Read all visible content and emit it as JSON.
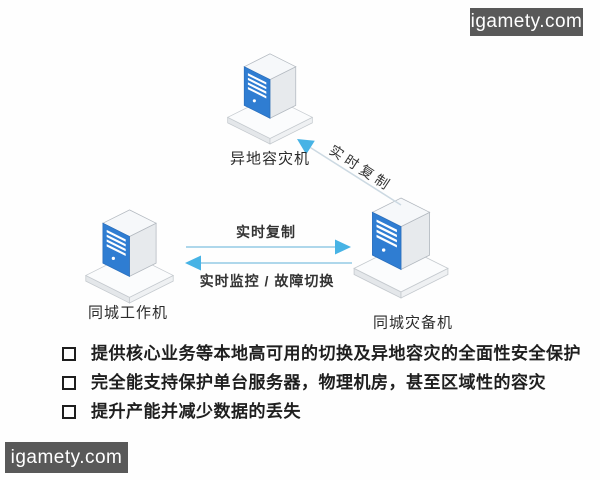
{
  "watermarks": {
    "top": "igamety.com",
    "bottom": "igamety.com"
  },
  "diagram": {
    "servers": [
      {
        "name": "remote-dr",
        "label": "异地容灾机"
      },
      {
        "name": "local-primary",
        "label": "同城工作机"
      },
      {
        "name": "local-standby",
        "label": "同城灾备机"
      }
    ],
    "links": [
      {
        "name": "replication-horizontal",
        "label": "实时复制",
        "from": "同城工作机",
        "to": "同城灾备机",
        "direction": "right"
      },
      {
        "name": "monitor-failover",
        "label": "实时监控 / 故障切换",
        "from": "同城灾备机",
        "to": "同城工作机",
        "direction": "left"
      },
      {
        "name": "replication-diagonal",
        "label": "实时复制",
        "from": "同城灾备机",
        "to": "异地容灾机",
        "direction": "up-left"
      }
    ]
  },
  "bullets": [
    {
      "text": "提供核心业务等本地高可用的切换及异地容灾的全面性安全保护"
    },
    {
      "text": "完全能支持保护单台服务器，物理机房，甚至区域性的容灾"
    },
    {
      "text": "提升产能并减少数据的丢失"
    }
  ],
  "colors": {
    "server_front": "#2f7dd2",
    "server_side": "#e7eaed",
    "server_top": "#f6f8fa",
    "platform_top": "#fbfcfd",
    "arrow_head": "#47b3e5",
    "arrow_line": "#aed7eb",
    "diagonal_line": "#ccd9e2",
    "watermark_bg": "#595959",
    "watermark_text": "#ffffff",
    "label_text": "#2b2b2b",
    "bullet_text": "#1f1f1f"
  }
}
